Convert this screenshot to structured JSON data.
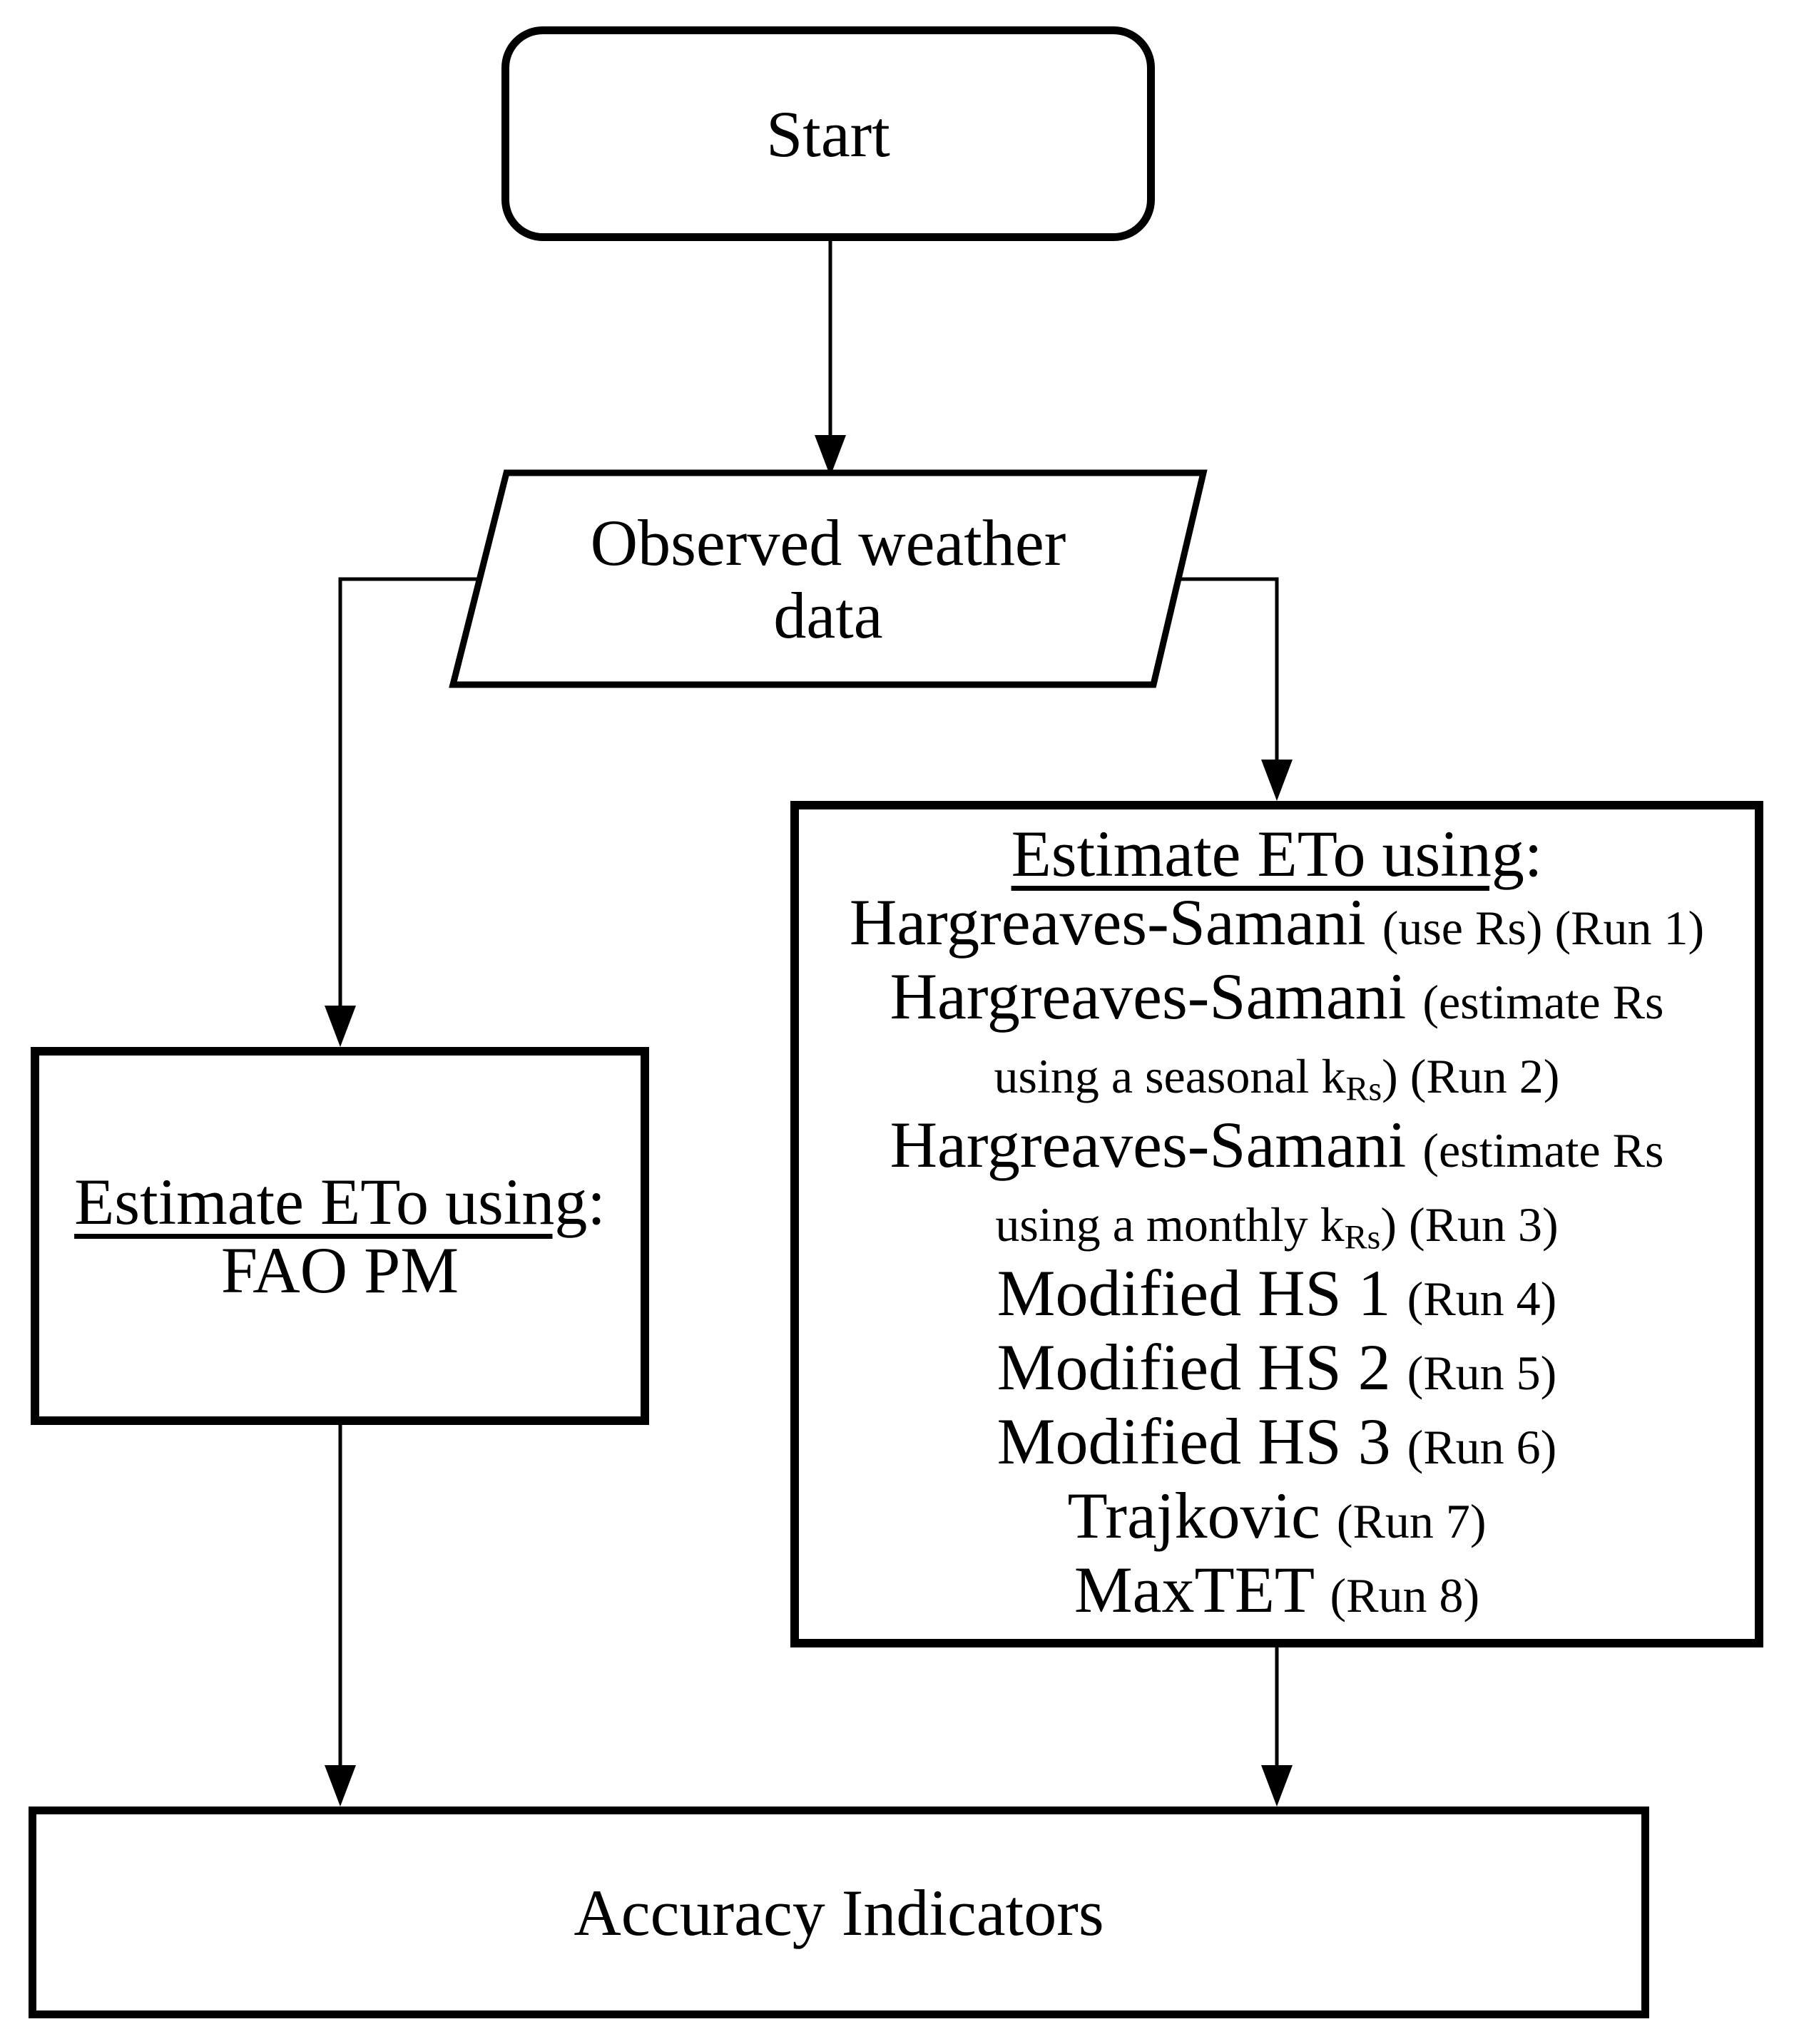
{
  "figure": {
    "type": "flowchart",
    "ink_color": "#000000",
    "bg_color": "#ffffff"
  },
  "start": {
    "label": "Start"
  },
  "weather": {
    "line1": "Observed weather",
    "line2": "data"
  },
  "fao": {
    "title": "Estimate ETo using",
    "colon": ":",
    "method": "FAO PM"
  },
  "methods": {
    "title": "Estimate ETo using",
    "colon": ":",
    "l2_main": "Hargreaves-Samani",
    "l2_note": "(use Rs) (Run 1)",
    "l3_main": "Hargreaves-Samani",
    "l3_note": "(estimate Rs",
    "l4_pre": "using a seasonal k",
    "l4_sub": "Rs",
    "l4_post": ") (Run 2)",
    "l5_main": "Hargreaves-Samani",
    "l5_note": "(estimate Rs",
    "l6_pre": "using a monthly k",
    "l6_sub": "Rs",
    "l6_post": ") (Run 3)",
    "l7_main": "Modified HS 1",
    "l7_note": "(Run 4)",
    "l8_main": "Modified HS 2",
    "l8_note": "(Run 5)",
    "l9_main": "Modified HS 3",
    "l9_note": "(Run 6)",
    "l10_main": "Trajkovic",
    "l10_note": "(Run 7)",
    "l11_main": "MaxTET",
    "l11_note": "(Run 8)"
  },
  "accuracy": {
    "label": "Accuracy Indicators"
  }
}
